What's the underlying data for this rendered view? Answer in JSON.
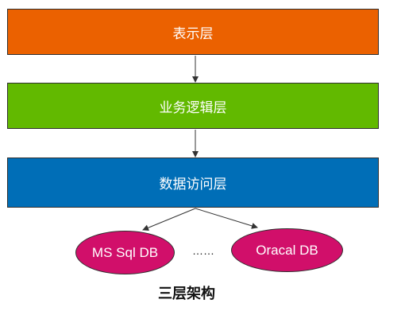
{
  "layers": [
    {
      "label": "表示层",
      "color": "#EB6100"
    },
    {
      "label": "业务逻辑层",
      "color": "#62B900"
    },
    {
      "label": "数据访问层",
      "color": "#006EB7"
    }
  ],
  "databases": [
    {
      "label": "MS Sql DB",
      "color": "#D10F6A"
    },
    {
      "label": "Oracal DB",
      "color": "#D10F6A"
    }
  ],
  "ellipsis": "……",
  "caption": "三层架构"
}
